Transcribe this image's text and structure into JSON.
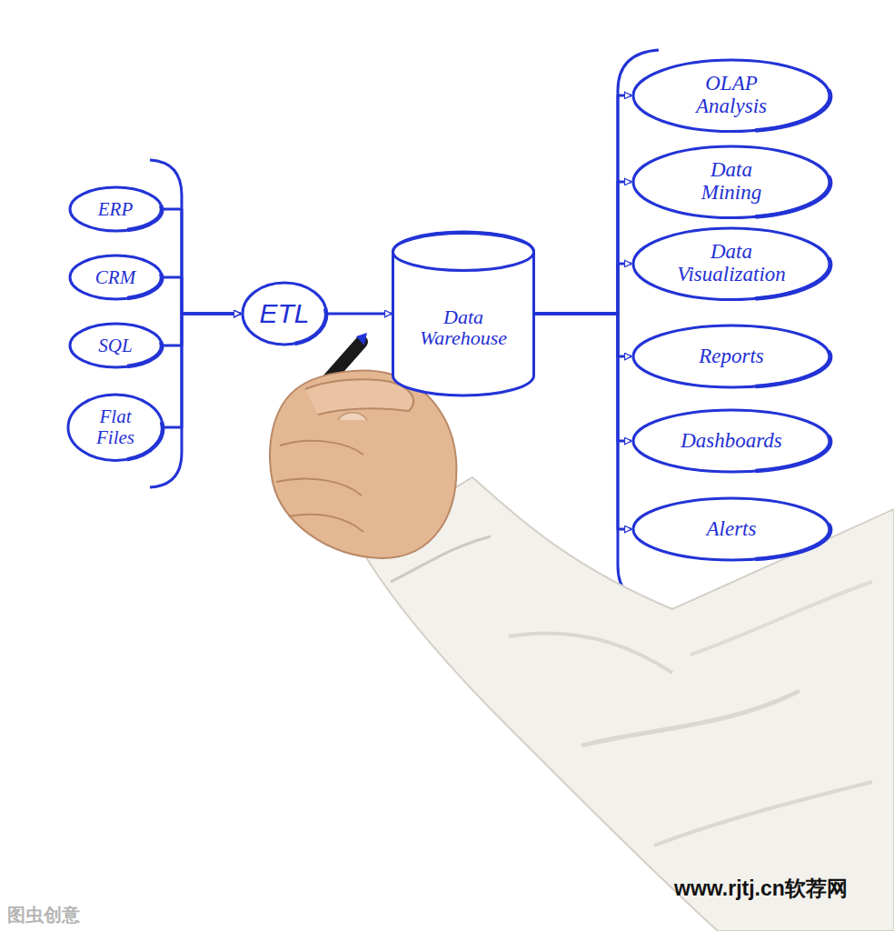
{
  "diagram": {
    "nodes": [
      {
        "text": [
          "ERP"
        ]
      },
      {
        "text": [
          "CRM"
        ]
      },
      {
        "text": [
          "SQL"
        ]
      },
      {
        "text": [
          "Flat Files"
        ]
      },
      {
        "text": [
          "ETL"
        ]
      },
      {
        "text": [
          "Data Warehouse"
        ]
      },
      {
        "text": [
          "OLAP Analysis"
        ]
      },
      {
        "text": [
          "Data Mining"
        ]
      },
      {
        "text": [
          "Data Visualization"
        ]
      },
      {
        "text": [
          "Reports"
        ]
      },
      {
        "text": [
          "Dashboards"
        ]
      },
      {
        "text": [
          "Alerts"
        ]
      }
    ],
    "edges": [
      {
        "from": 0,
        "to": 4,
        "arrow": "to"
      },
      {
        "from": 1,
        "to": 4,
        "arrow": "to"
      },
      {
        "from": 2,
        "to": 4,
        "arrow": "to"
      },
      {
        "from": 3,
        "to": 4,
        "arrow": "to"
      },
      {
        "from": 4,
        "to": 5,
        "arrow": "to"
      },
      {
        "from": 5,
        "to": 6,
        "arrow": "to"
      },
      {
        "from": 5,
        "to": 7,
        "arrow": "to"
      },
      {
        "from": 5,
        "to": 8,
        "arrow": "to"
      },
      {
        "from": 5,
        "to": 9,
        "arrow": "to"
      },
      {
        "from": 5,
        "to": 10,
        "arrow": "to"
      },
      {
        "from": 5,
        "to": 11,
        "arrow": "to"
      }
    ],
    "labels": [
      "www.rjtj.cn软荐网",
      "图虫创意"
    ]
  }
}
